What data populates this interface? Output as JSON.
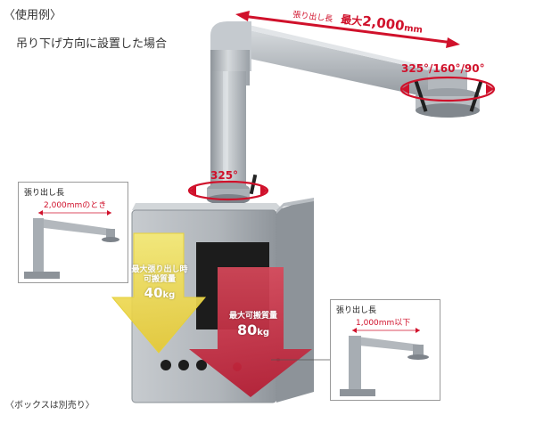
{
  "header": {
    "title": "〈使用例〉",
    "subtitle": "吊り下げ方向に設置した場合"
  },
  "top_callout": {
    "prefix": "張り出し長",
    "label": "最大",
    "value": "2,000",
    "unit": "mm"
  },
  "rotation_top": "325°/160°/90°",
  "rotation_mid": "325°",
  "inset_left": {
    "title": "張り出し長",
    "dimension": "2,000mmのとき"
  },
  "inset_right": {
    "title": "張り出し長",
    "dimension": "1,000mm以下"
  },
  "yellow_arrow": {
    "line1": "最大張り出し時",
    "line2": "可搬質量",
    "value": "40",
    "unit": "kg"
  },
  "red_arrow": {
    "line1": "最大可搬質量",
    "value": "80",
    "unit": "kg"
  },
  "footer": "〈ボックスは別売り〉",
  "colors": {
    "accent_red": "#d0112b",
    "arrow_yellow": "#f2e15a",
    "arrow_red": "#c8223a",
    "metal": "#b9bec3"
  }
}
